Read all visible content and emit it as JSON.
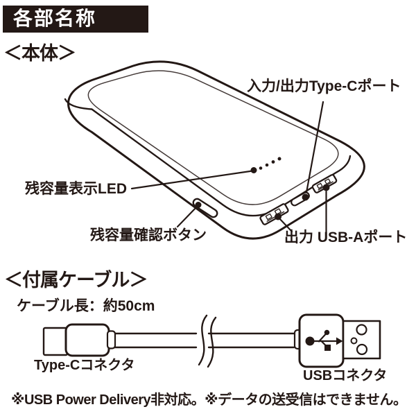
{
  "header": {
    "title": "各部名称"
  },
  "device_section": {
    "heading": "＜本体＞",
    "labels": {
      "typec_port": "入力/出力Type-Cポート",
      "battery_led": "残容量表示LED",
      "battery_button": "残容量確認ボタン",
      "usba_port": "出力 USB-Aポート"
    }
  },
  "cable_section": {
    "heading": "＜付属ケーブル＞",
    "cable_length": "ケーブル長：約50cm",
    "labels": {
      "typec_connector": "Type-Cコネクタ",
      "usb_connector": "USBコネクタ"
    }
  },
  "footnote": "※USB Power Delivery非対応。※データの送受信はできません。",
  "colors": {
    "ink": "#231815",
    "banner_bg": "#231815",
    "banner_text": "#ffffff"
  }
}
